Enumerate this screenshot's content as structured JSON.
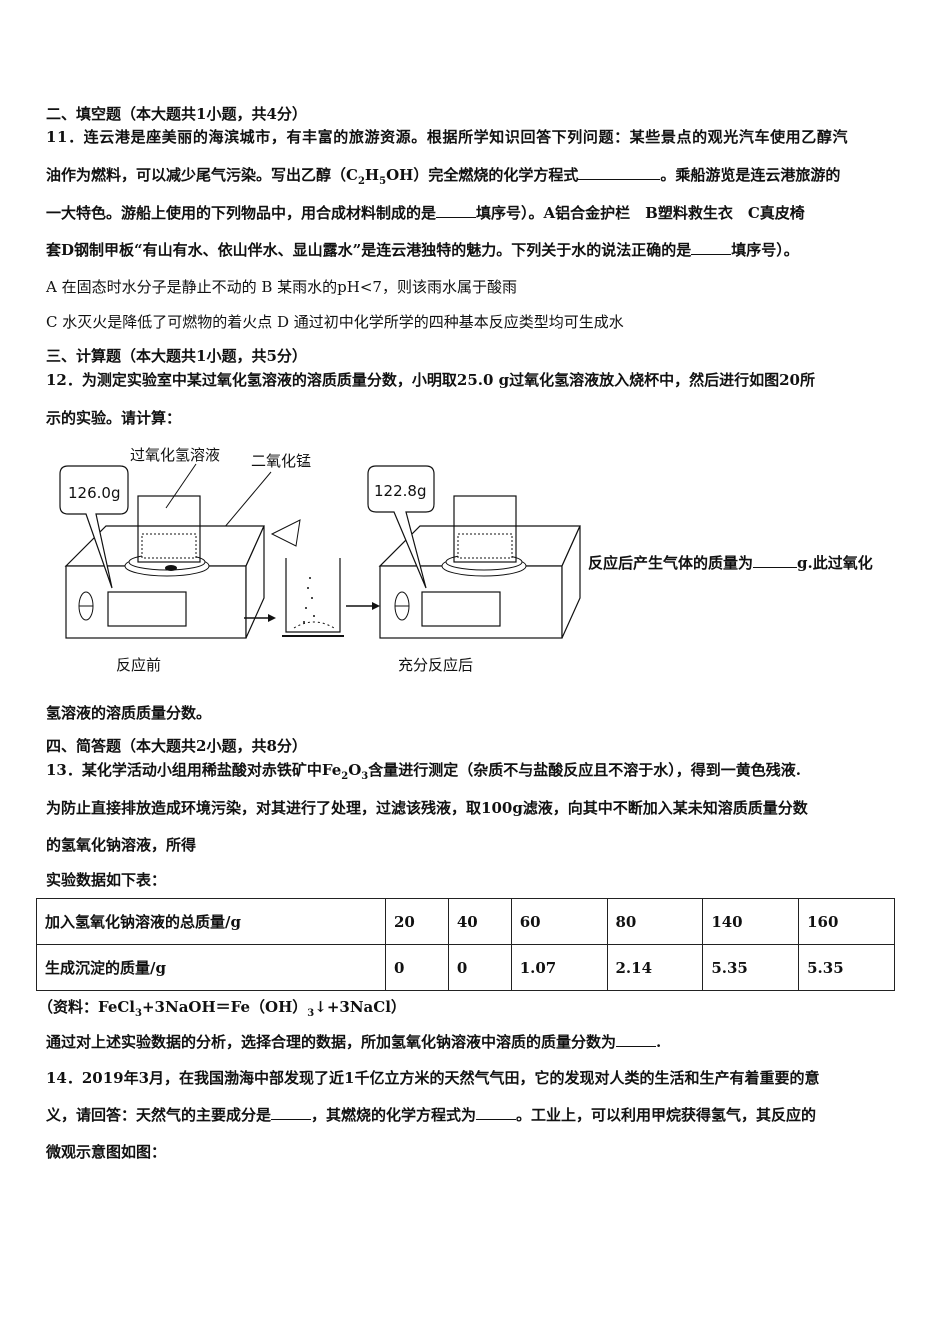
{
  "sec2": {
    "title": "二、填空题（本大题共1小题，共4分）",
    "q11_l1": "11．连云港是座美丽的海滨城市，有丰富的旅游资源。根据所学知识回答下列问题：某些景点的观光汽车使用乙醇汽",
    "q11_l2a": "油作为燃料，可以减少尾气污染。写出乙醇（C",
    "q11_l2b": "H",
    "q11_l2c": "OH）完全燃烧的化学方程式",
    "q11_l2d": "。乘船游览是连云港旅游的",
    "q11_l3a": "一大特色。游船上使用的下列物品中，用合成材料制成的是",
    "q11_l3b": "填序号）。A铝合金护栏　B塑料救生衣　C真皮椅",
    "q11_l4a": "套D钢制甲板“有山有水、依山伴水、显山露水”是连云港独特的魅力。下列关于水的说法正确的是",
    "q11_l4b": "填序号）。",
    "q11_optAB": "A  在固态时水分子是静止不动的  B  某雨水的pH<7，则该雨水属于酸雨",
    "q11_optCD": "C  水灭火是降低了可燃物的着火点  D  通过初中化学所学的四种基本反应类型均可生成水"
  },
  "sec3": {
    "title": "三、计算题（本大题共1小题，共5分）",
    "q12_l1": "12．为测定实验室中某过氧化氢溶液的溶质质量分数，小明取25.0 g过氧化氢溶液放入烧杯中，然后进行如图20所",
    "q12_l2": "示的实验。请计算：",
    "q12_side_a": "反应后产生气体的质量为",
    "q12_side_b": "g.此过氧化",
    "q12_l3": "氢溶液的溶质质量分数。",
    "figure": {
      "label_h2o2": "过氧化氢溶液",
      "label_mno2": "二氧化锰",
      "reading_before": "126.0g",
      "reading_after": "122.8g",
      "caption_before": "反应前",
      "caption_after": "充分反应后"
    }
  },
  "sec4": {
    "title": "四、简答题（本大题共2小题，共8分）",
    "q13_l1a": "13．某化学活动小组用稀盐酸对赤铁矿中Fe",
    "q13_l1b": "O",
    "q13_l1c": "含量进行测定（杂质不与盐酸反应且不溶于水），得到一黄色残液.",
    "q13_l2": "为防止直接排放造成环境污染，对其进行了处理，过滤该残液，取100g滤液，向其中不断加入某未知溶质质量分数",
    "q13_l3": "的氢氧化钠溶液，所得",
    "q13_l4": "实验数据如下表：",
    "table": {
      "row1_header": "加入氢氧化钠溶液的总质量/g",
      "row1": [
        "20",
        "40",
        "60",
        "80",
        "140",
        "160"
      ],
      "row2_header": "生成沉淀的质量/g",
      "row2": [
        "0",
        "0",
        "1.07",
        "2.14",
        "5.35",
        "5.35"
      ]
    },
    "q13_ref_a": "（资料：FeCl",
    "q13_ref_b": "+3NaOH＝Fe（OH）",
    "q13_ref_c": "↓+3NaCl）",
    "q13_l5a": "通过对上述实验数据的分析，选择合理的数据，所加氢氧化钠溶液中溶质的质量分数为",
    "q13_l5b": ".",
    "q14_l1": "14．2019年3月，在我国渤海中部发现了近1千亿立方米的天然气气田，它的发现对人类的生活和生产有着重要的意",
    "q14_l2a": "义，请回答：天然气的主要成分是",
    "q14_l2b": "，其燃烧的化学方程式为",
    "q14_l2c": "。工业上，可以利用甲烷获得氢气，其反应的",
    "q14_l3": "微观示意图如图："
  },
  "subs": {
    "two": "2",
    "five": "5",
    "three": "3"
  }
}
